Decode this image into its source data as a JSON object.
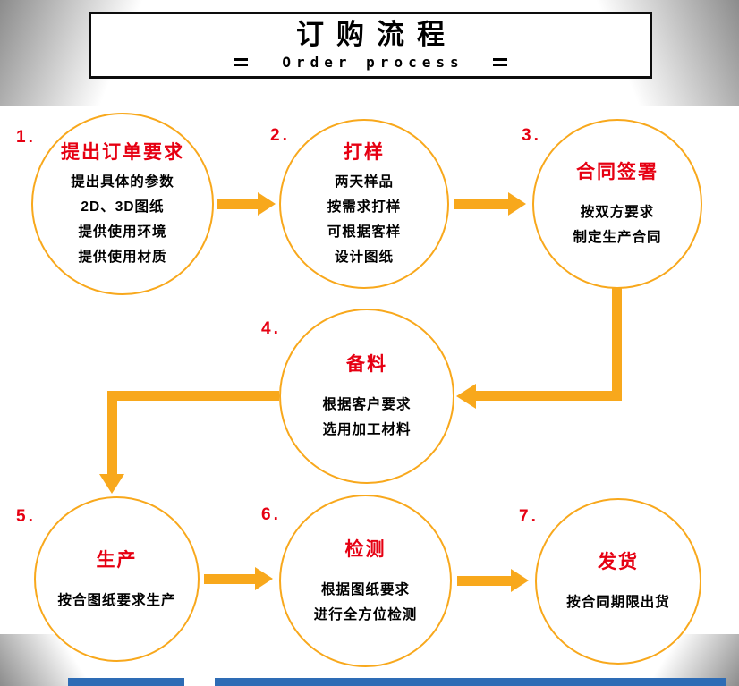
{
  "header": {
    "title": "订购流程",
    "subtitle": "Order process"
  },
  "steps": [
    {
      "number": "1.",
      "title": "提出订单要求",
      "lines": [
        "提出具体的参数",
        "2D、3D图纸",
        "提供使用环境",
        "提供使用材质"
      ]
    },
    {
      "number": "2.",
      "title": "打样",
      "lines": [
        "两天样品",
        "按需求打样",
        "可根据客样",
        "设计图纸"
      ]
    },
    {
      "number": "3.",
      "title": "合同签署",
      "lines": [
        "按双方要求",
        "制定生产合同"
      ]
    },
    {
      "number": "4.",
      "title": "备料",
      "lines": [
        "根据客户要求",
        "选用加工材料"
      ]
    },
    {
      "number": "5.",
      "title": "生产",
      "lines": [
        "按合图纸要求生产"
      ]
    },
    {
      "number": "6.",
      "title": "检测",
      "lines": [
        "根据图纸要求",
        "进行全方位检测"
      ]
    },
    {
      "number": "7.",
      "title": "发货",
      "lines": [
        "按合同期限出货"
      ]
    }
  ],
  "colors": {
    "accent": "#F8A81C",
    "red": "#E60012",
    "text": "#000000",
    "bottom_bar": "#2E6CB5",
    "edge_gray": "#8C8C8C"
  }
}
